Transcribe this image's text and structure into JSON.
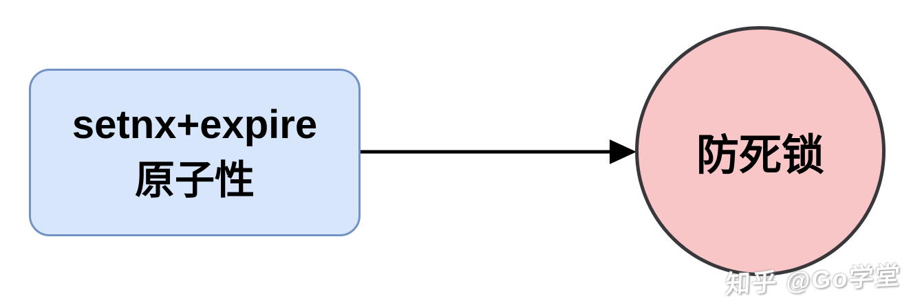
{
  "diagram": {
    "background_color": "#ffffff",
    "nodes": [
      {
        "id": "setnx-expire-box",
        "shape": "rounded-rectangle",
        "lines": [
          "setnx+expire",
          "原子性"
        ],
        "fill_color": "#d7e6fb",
        "border_color": "#7291c4",
        "text_color": "#000000"
      },
      {
        "id": "anti-deadlock-circle",
        "shape": "circle",
        "label": "防死锁",
        "fill_color": "#f9c6c8",
        "border_color": "#38383c",
        "text_color": "#000000"
      }
    ],
    "connector": {
      "from": "setnx-expire-box",
      "to": "anti-deadlock-circle",
      "style": "solid-arrow",
      "color": "#000000"
    },
    "watermark": {
      "text": "知乎 @Go学堂",
      "color": "#ffffff"
    }
  }
}
